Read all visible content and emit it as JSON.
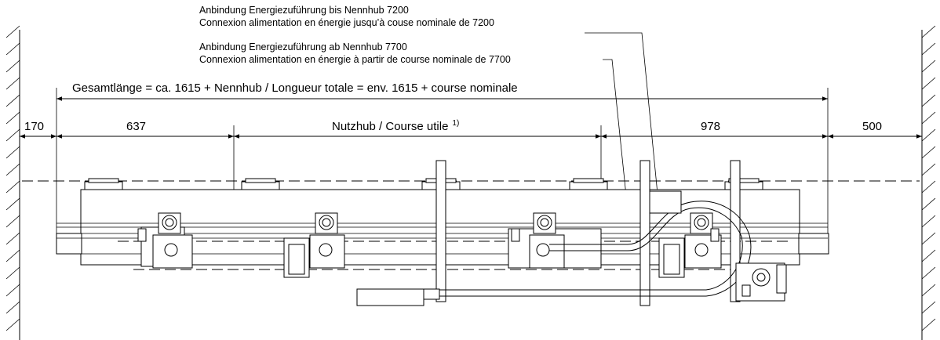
{
  "annotations": {
    "connection_up_to": {
      "line_de": "Anbindung Energiezuführung bis Nennhub 7200",
      "line_fr": "Connexion alimentation en énergie jusqu’à couse nominale de 7200"
    },
    "connection_from": {
      "line_de": "Anbindung Energiezuführung ab Nennhub 7700",
      "line_fr": "Connexion alimentation en énergie à partir de course nominale de 7700"
    }
  },
  "dimensions": {
    "total_length": "Gesamtlänge = ca. 1615 + Nennhub / Longueur totale = env. 1615 + course nominale",
    "left_clearance": "170",
    "left_section": "637",
    "useful_stroke": "Nutzhub / Course utile",
    "useful_stroke_note": "1)",
    "right_section": "978",
    "right_clearance": "500"
  }
}
